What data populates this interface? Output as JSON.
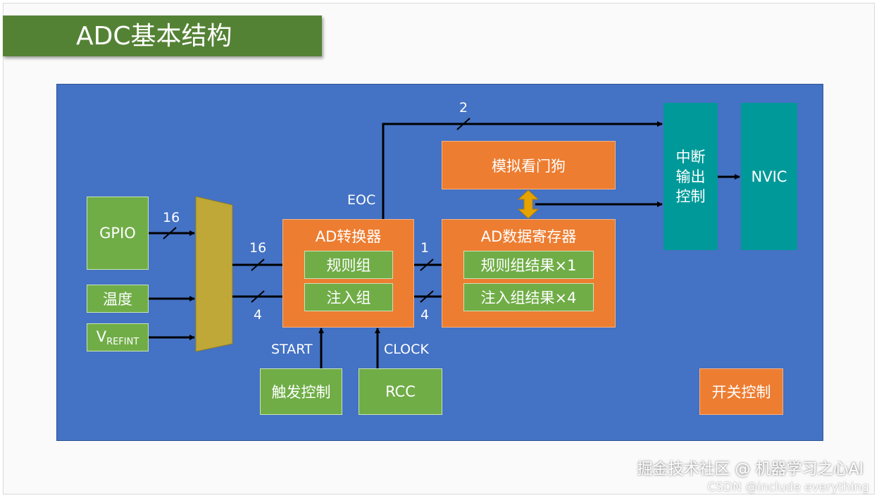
{
  "title": "ADC基本结构",
  "inputs": {
    "gpio": "GPIO",
    "temperature": "温度",
    "vrefint_main": "V",
    "vrefint_sub": "REFINT"
  },
  "converter": {
    "title": "AD转换器",
    "regular_group": "规则组",
    "injected_group": "注入组"
  },
  "data_register": {
    "title": "AD数据寄存器",
    "regular_result": "规则组结果×1",
    "injected_result": "注入组结果×4"
  },
  "watchdog": "模拟看门狗",
  "interrupt_control": [
    "中断",
    "输出",
    "控制"
  ],
  "nvic": "NVIC",
  "trigger_control": "触发控制",
  "rcc": "RCC",
  "switch_control": "开关控制",
  "signals": {
    "eoc": "EOC",
    "start": "START",
    "clock": "CLOCK"
  },
  "bus_widths": {
    "gpio_in": "16",
    "mux_regular": "16",
    "mux_injected": "4",
    "regular_out": "1",
    "injected_out": "4",
    "interrupt_bus": "2"
  },
  "watermark": {
    "line1": "掘金技术社区 @ 机器学习之心AI",
    "line2": "CSDN @include everything"
  },
  "colors": {
    "title_bg": "#548235",
    "panel_bg": "#4472c4",
    "green_block": "#70ad47",
    "orange_block": "#ed7d31",
    "teal_block": "#009999",
    "mux": "#bfa838",
    "watchdog_arrow": "#e6a300"
  }
}
